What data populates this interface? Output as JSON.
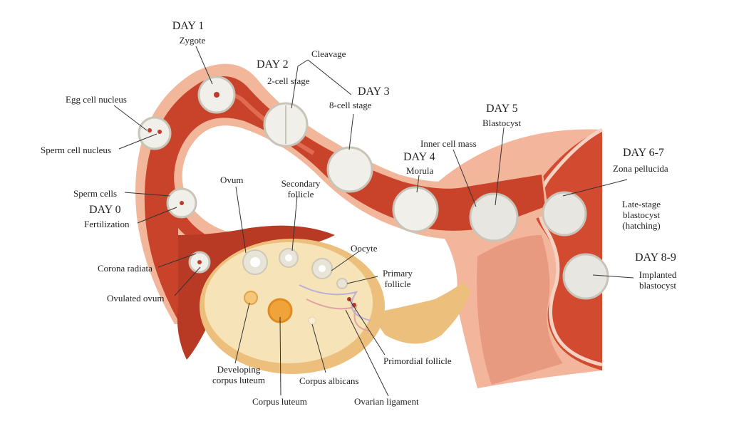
{
  "stages": {
    "day1": {
      "day": "DAY 1",
      "name": "Zygote"
    },
    "day2": {
      "day": "DAY 2",
      "name": "2-cell stage"
    },
    "cleavage": "Cleavage",
    "day3": {
      "day": "DAY 3",
      "name": "8-cell stage"
    },
    "day4": {
      "day": "DAY 4",
      "name": "Morula"
    },
    "day5": {
      "day": "DAY 5",
      "name": "Blastocyst"
    },
    "day67": {
      "day": "DAY 6-7",
      "name": "Zona pellucida"
    },
    "day89": {
      "day": "DAY 8-9",
      "name_line1": "Implanted",
      "name_line2": "blastocyst"
    },
    "day0": {
      "day": "DAY 0",
      "name": "Fertilization"
    }
  },
  "labels": {
    "egg_cell_nucleus": "Egg cell nucleus",
    "sperm_cell_nucleus": "Sperm cell nucleus",
    "sperm_cells": "Sperm cells",
    "corona_radiata": "Corona radiata",
    "ovulated_ovum": "Ovulated ovum",
    "ovum": "Ovum",
    "secondary_follicle_1": "Secondary",
    "secondary_follicle_2": "follicle",
    "oocyte": "Oocyte",
    "primary_follicle_1": "Primary",
    "primary_follicle_2": "follicle",
    "inner_cell_mass": "Inner cell mass",
    "late_stage_1": "Late-stage",
    "late_stage_2": "blastocyst",
    "late_stage_3": "(hatching)",
    "developing_corpus_luteum_1": "Developing",
    "developing_corpus_luteum_2": "corpus luteum",
    "corpus_luteum": "Corpus luteum",
    "corpus_albicans": "Corpus albicans",
    "primordial_follicle": "Primordial follicle",
    "ovarian_ligament": "Ovarian ligament"
  },
  "colors": {
    "tube_dark": "#b83a24",
    "tube_mid": "#d4553a",
    "tube_light": "#f2b79a",
    "uterus": "#e8957a",
    "uterus_light": "#f6c3ae",
    "ovary": "#f5ddb0",
    "ligament": "#ecc07c",
    "cell_fill": "#f1efe9",
    "cell_edge": "#c9c4b8",
    "nucleus": "#c0392b"
  }
}
